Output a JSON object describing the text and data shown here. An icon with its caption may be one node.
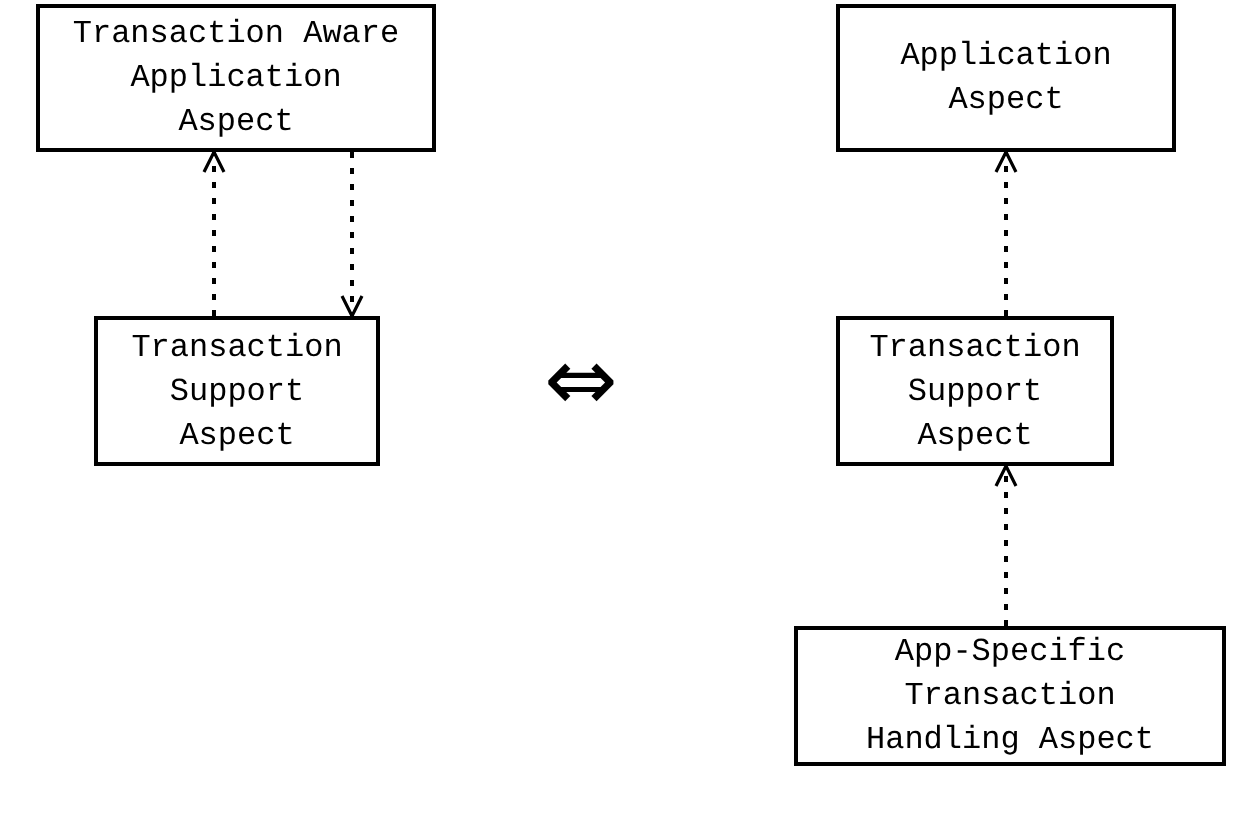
{
  "diagram": {
    "nodes": [
      {
        "text": [
          "Transaction Aware Application Aspect"
        ]
      },
      {
        "text": [
          "Transaction Support Aspect"
        ]
      },
      {
        "text": [
          "Application Aspect"
        ]
      },
      {
        "text": [
          "Transaction Support Aspect"
        ]
      },
      {
        "text": [
          "App-Specific Transaction Handling Aspect"
        ]
      }
    ],
    "edges": [
      {
        "from": 1,
        "to": 0,
        "arrow": "to",
        "style": "dashed"
      },
      {
        "from": 0,
        "to": 1,
        "arrow": "to",
        "style": "dashed"
      },
      {
        "from": 3,
        "to": 2,
        "arrow": "to",
        "style": "dashed"
      },
      {
        "from": 4,
        "to": 3,
        "arrow": "to",
        "style": "dashed"
      }
    ],
    "labels": [
      "⇔"
    ]
  }
}
